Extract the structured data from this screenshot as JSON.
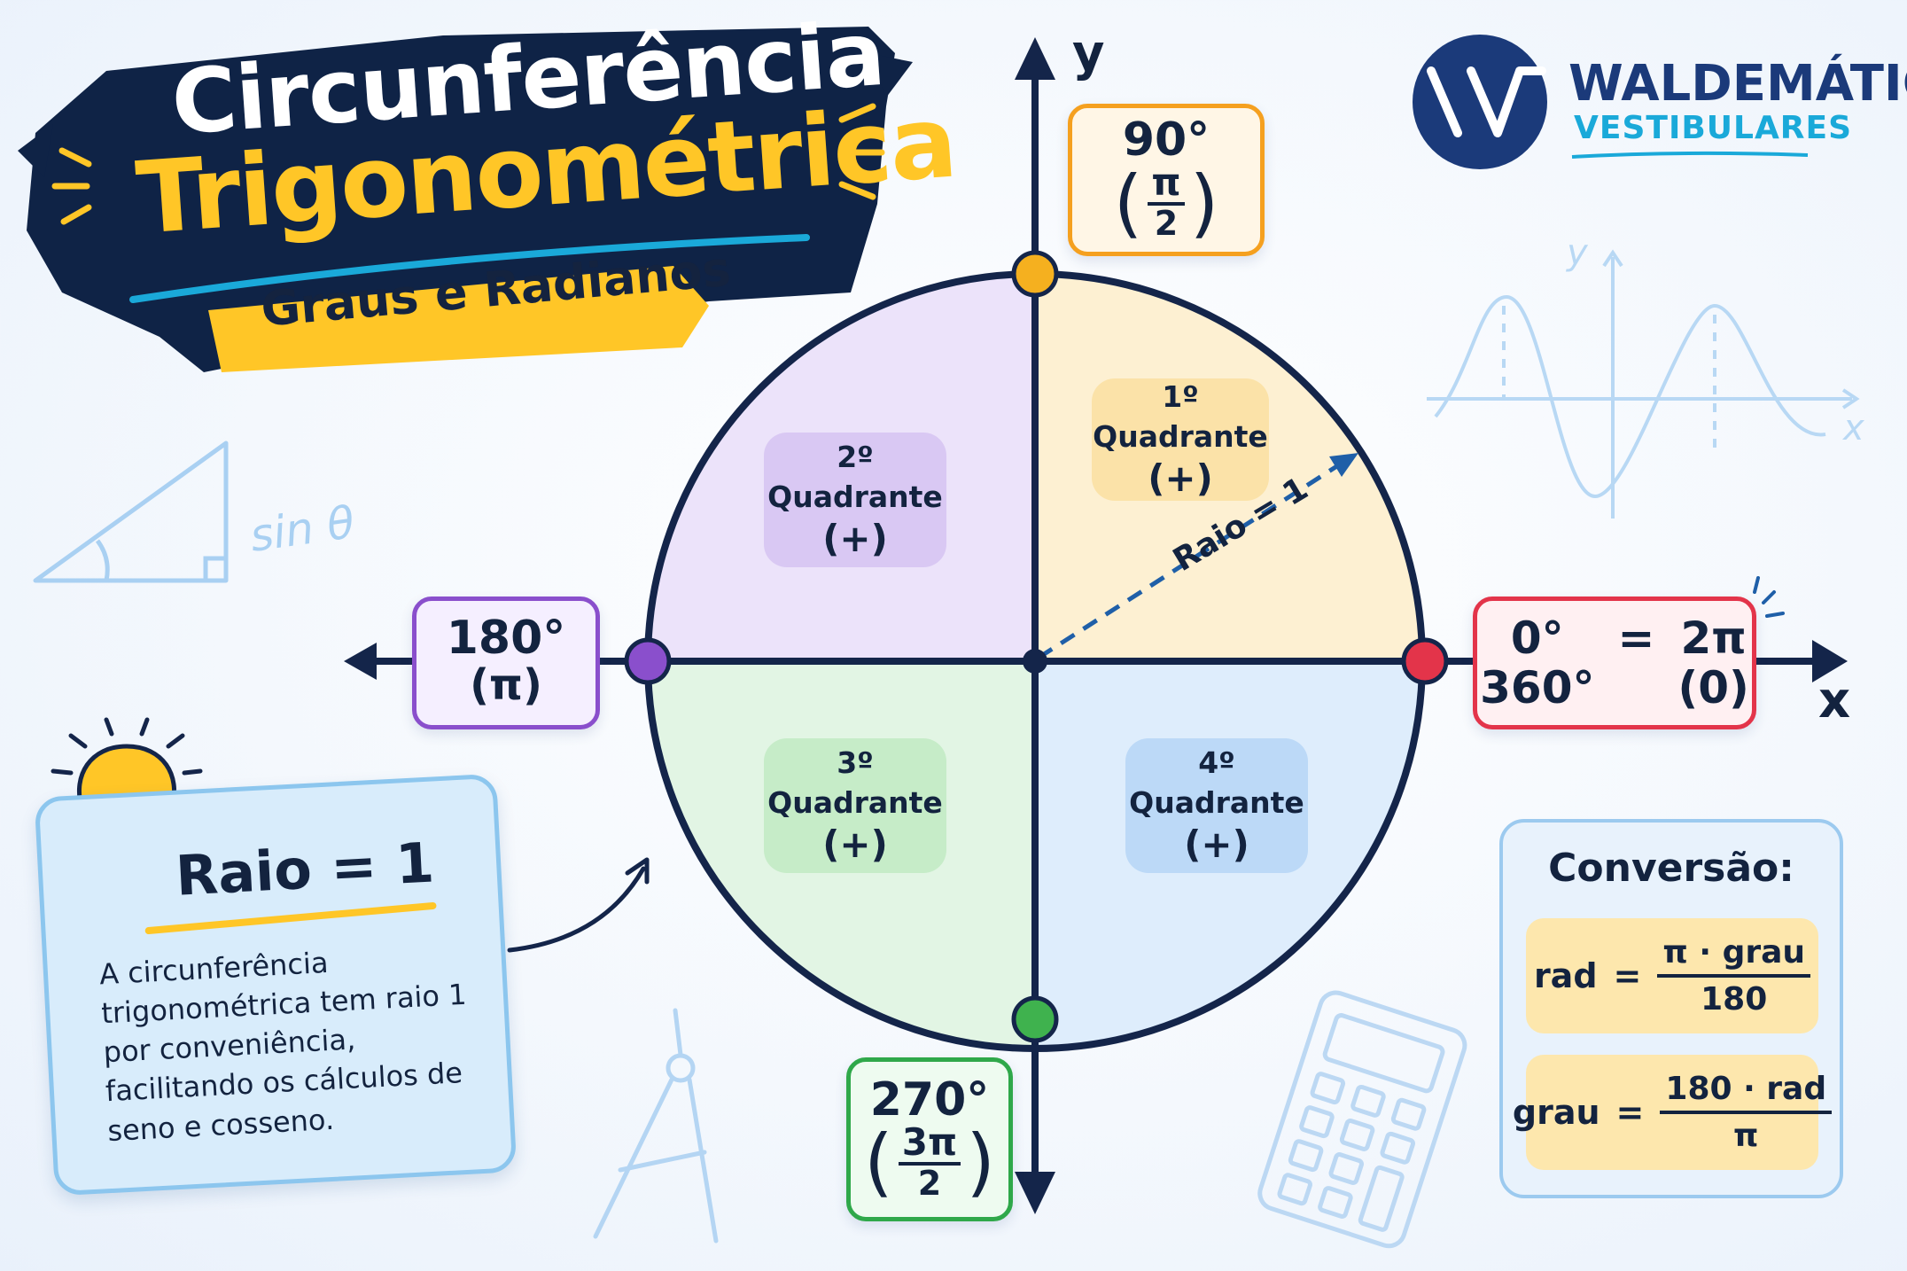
{
  "header": {
    "title_line1": "Circunferência",
    "title_line2": "Trigonométrica",
    "subtitle": "Graus e Radianos"
  },
  "brand": {
    "name": "WALDEMÁTICA",
    "tagline": "VESTIBULARES",
    "logo_color": "#1b3a7a"
  },
  "axes": {
    "x_label": "x",
    "y_label": "y"
  },
  "angles": {
    "a90": {
      "degrees": "90°",
      "rad_num": "π",
      "rad_den": "2",
      "color": "#f5a01f"
    },
    "a180": {
      "degrees": "180°",
      "radians": "(π)",
      "color": "#8a4fcc"
    },
    "a0": {
      "deg_0": "0°",
      "eq": "=",
      "rad_2pi": "2π",
      "deg_360": "360°",
      "rad_0": "(0)",
      "color": "#e3344a"
    },
    "a270": {
      "degrees": "270°",
      "rad_num": "3π",
      "rad_den": "2",
      "color": "#2fa84a"
    }
  },
  "quadrants": [
    {
      "ordinal": "1º",
      "label": "Quadrante",
      "sign": "(+)",
      "color": "#fbe2a8"
    },
    {
      "ordinal": "2º",
      "label": "Quadrante",
      "sign": "(+)",
      "color": "#d9c8f3"
    },
    {
      "ordinal": "3º",
      "label": "Quadrante",
      "sign": "(+)",
      "color": "#c6ecc8"
    },
    {
      "ordinal": "4º",
      "label": "Quadrante",
      "sign": "(+)",
      "color": "#bcd9f7"
    }
  ],
  "radius_label": "Raio = 1",
  "note": {
    "title": "Raio = 1",
    "text": "A circunferência trigonométrica tem raio 1 por conveniência, facilitando os cálculos de seno e cosseno."
  },
  "conversion": {
    "title": "Conversão:",
    "rad_formula": {
      "lhs": "rad",
      "eq": "=",
      "num": "π · grau",
      "den": "180"
    },
    "grau_formula": {
      "lhs": "grau",
      "eq": "=",
      "num": "180 · rad",
      "den": "π"
    }
  },
  "doodles": {
    "sin_label": "sin θ",
    "graph_y": "y",
    "graph_x": "x"
  }
}
